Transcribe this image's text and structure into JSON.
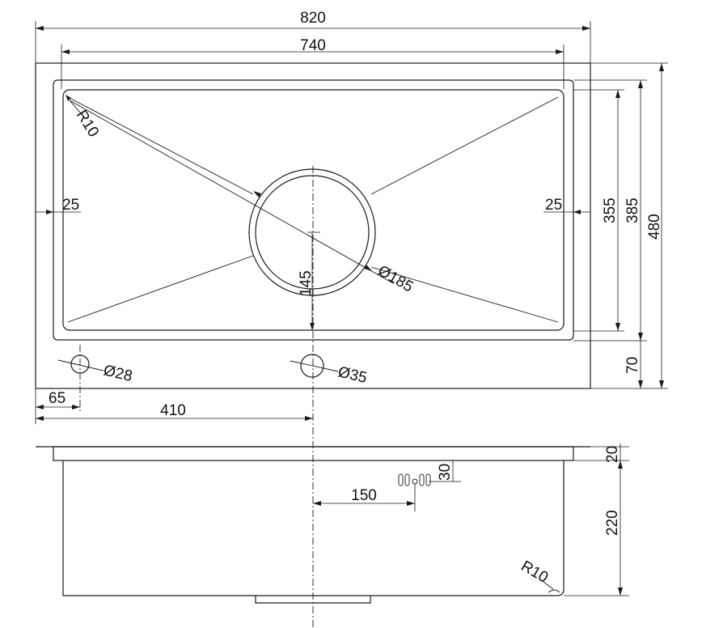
{
  "top_view": {
    "overall_width": "820",
    "bowl_width": "740",
    "left_margin": "25",
    "right_margin": "25",
    "corner_radius": "R10",
    "drain_diameter": "Ø185",
    "drain_offset": "145",
    "bowl_inner_depth": "355",
    "bowl_outer_depth": "385",
    "overall_depth": "480",
    "deck_depth": "70",
    "small_hole_diameter": "Ø28",
    "large_hole_diameter": "Ø35",
    "small_hole_offset": "65",
    "large_hole_offset": "410"
  },
  "side_view": {
    "flange_thickness": "20",
    "bowl_height": "220",
    "overflow_height": "30",
    "overflow_offset": "150",
    "corner_radius": "R10"
  }
}
